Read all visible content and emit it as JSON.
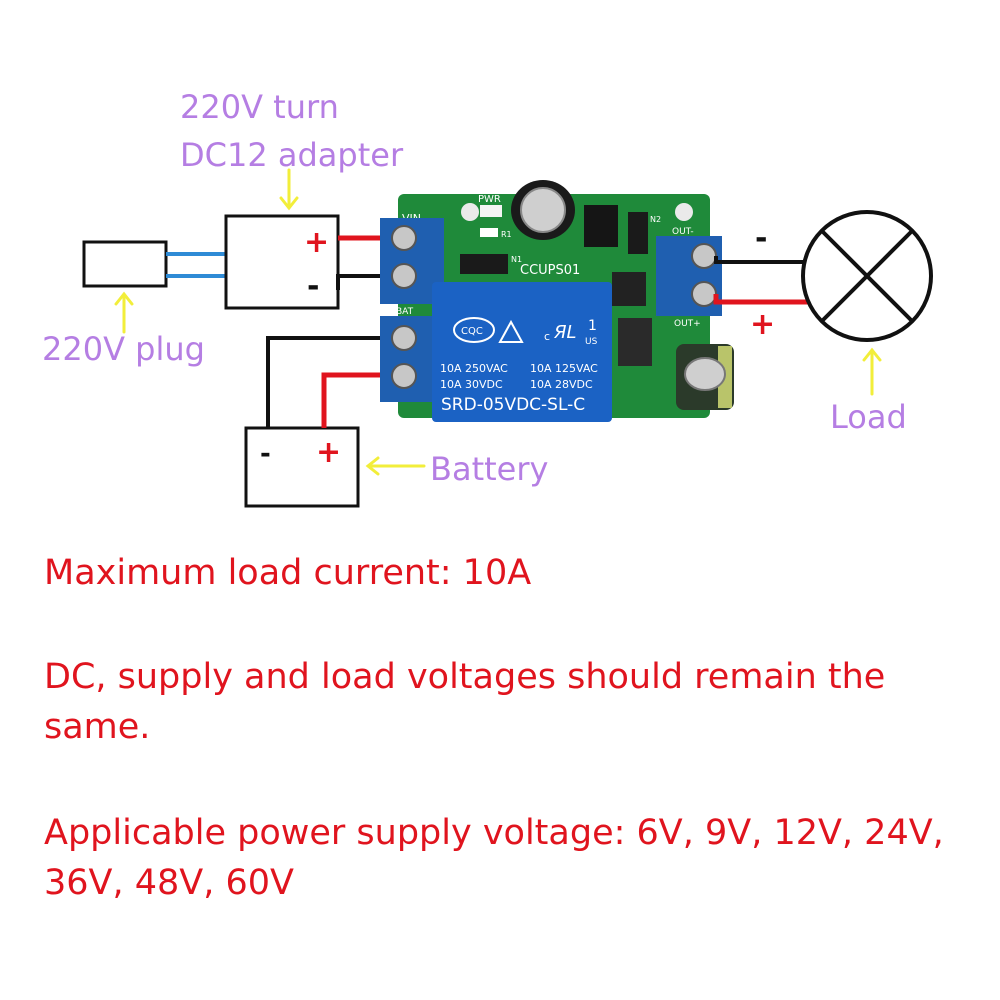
{
  "diagram": {
    "labels": {
      "adapter_line1": "220V turn",
      "adapter_line2": "DC12 adapter",
      "plug": "220V plug",
      "battery": "Battery",
      "load": "Load",
      "plus": "+",
      "minus": "-"
    },
    "board": {
      "vin": "VIN",
      "pwr": "PWR",
      "model": "CCUPS01",
      "out": "OUT-",
      "out_plus": "OUT+",
      "bat": "BAT",
      "r1": "R1",
      "n1": "N1",
      "n2": "N2",
      "relay_logo": "CQC",
      "relay_num": "1",
      "relay_us": "US",
      "relay_c": "c",
      "relay_spec1a": "10A 250VAC",
      "relay_spec1b": "10A 125VAC",
      "relay_spec2a": "10A 30VDC",
      "relay_spec2b": "10A 28VDC",
      "relay_model": "SRD-05VDC-SL-C"
    },
    "colors": {
      "label": "#b57ee3",
      "arrow": "#f2ee3a",
      "positive_wire": "#e0141e",
      "negative_wire": "#111111",
      "ac_wire": "#2e8bd6",
      "pcb": "#1f8a3a",
      "terminal": "#1f5fb0",
      "relay": "#1b62c4"
    }
  },
  "notes": {
    "max_current": "Maximum load current: 10A",
    "dc_note": "DC, supply and load voltages should remain the same.",
    "voltages": "Applicable power supply voltage: 6V, 9V, 12V, 24V, 36V, 48V, 60V"
  }
}
